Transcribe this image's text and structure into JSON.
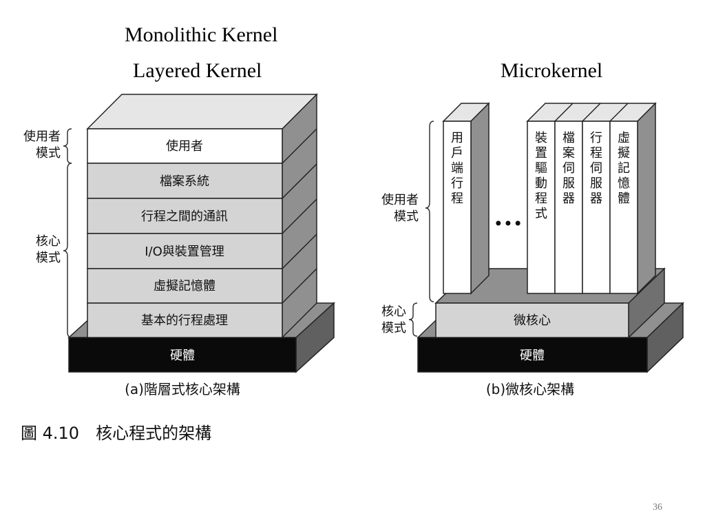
{
  "titles": {
    "monolithic": "Monolithic Kernel",
    "layered": "Layered Kernel",
    "micro": "Microkernel"
  },
  "layered": {
    "user_mode_label": [
      "使用者",
      "模式"
    ],
    "kernel_mode_label": [
      "核心",
      "模式"
    ],
    "layers": [
      "使用者",
      "檔案系統",
      "行程之間的通訊",
      "I/O與裝置管理",
      "虛擬記憶體",
      "基本的行程處理"
    ],
    "hardware": "硬體",
    "caption": "(a)階層式核心架構"
  },
  "micro": {
    "user_mode_label": [
      "使用者",
      "模式"
    ],
    "kernel_mode_label": [
      "核心",
      "模式"
    ],
    "client_process": "用戶端行程",
    "ellipsis": "•••",
    "servers": [
      "裝置驅動程式",
      "檔案伺服器",
      "行程伺服器",
      "虛擬記憶體"
    ],
    "kernel": "微核心",
    "hardware": "硬體",
    "caption": "(b)微核心架構"
  },
  "figure_caption": "圖 4.10　核心程式的架構",
  "page_number": "36",
  "colors": {
    "black": "#0a0a0a",
    "light_gray": "#d4d4d4",
    "side_gray": "#909090",
    "top_gray": "#e6e6e6"
  }
}
